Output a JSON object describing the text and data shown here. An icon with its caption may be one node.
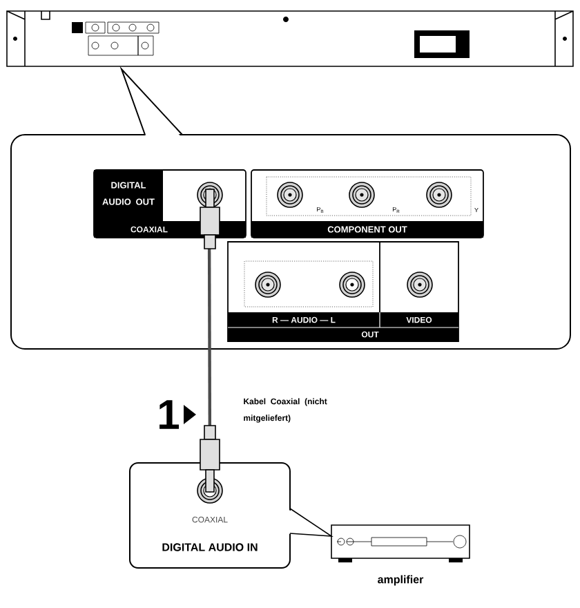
{
  "diagram": {
    "nodes": [
      {
        "text": [],
        "shape": "box"
      },
      {
        "text": [
          "DIGITAL AUDIO OUT",
          "COAXIAL"
        ],
        "in": 0
      },
      {
        "text": [
          "P$_{B}$",
          "P$_{R}$",
          "Y",
          "COMPONENT OUT"
        ],
        "in": 0
      },
      {
        "text": [
          "R — AUDIO — L",
          "VIDEO",
          "OUT"
        ],
        "in": 0
      },
      {
        "text": [
          "COAXIAL",
          "DIGITAL AUDIO IN"
        ]
      },
      {
        "text": [],
        "shape": "picture",
        "beside": [
          "amplifier"
        ]
      }
    ],
    "edges": [
      {
        "from": 1,
        "to": 4,
        "arrow": "none",
        "label": "Kabel Coaxial (nicht mitgeliefert)"
      }
    ],
    "labels": [
      "1"
    ]
  }
}
